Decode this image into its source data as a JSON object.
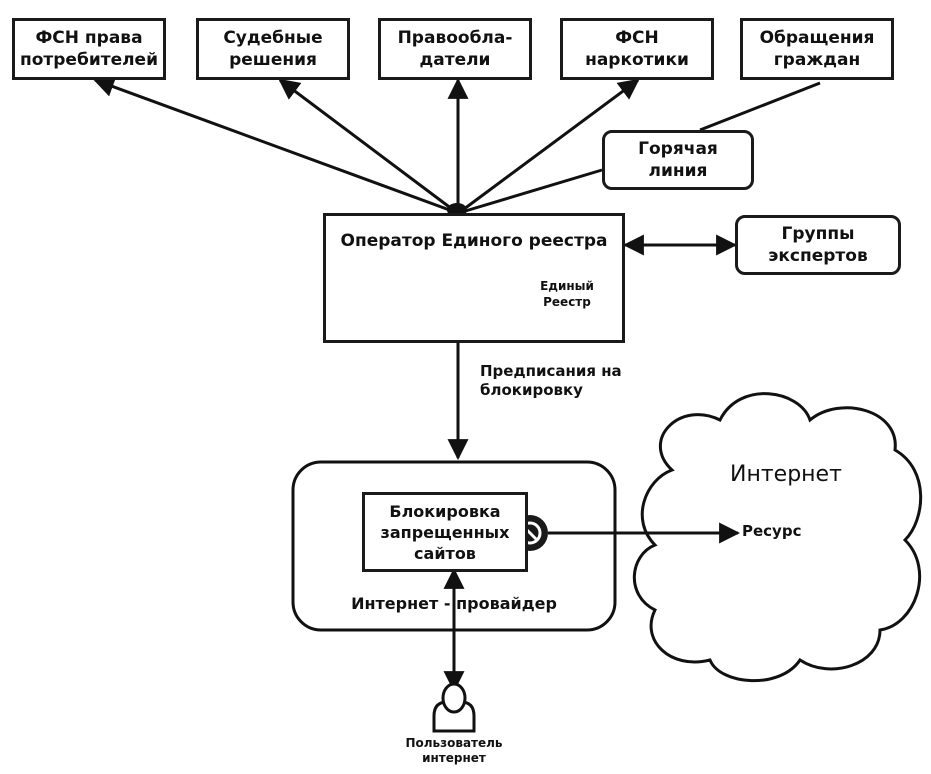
{
  "sources": [
    {
      "label": "ФСН права\nпотребителей"
    },
    {
      "label": "Судебные\nрешения"
    },
    {
      "label": "Правообла-\nдатели"
    },
    {
      "label": "ФСН\nнаркотики"
    },
    {
      "label": "Обращения\nграждан"
    }
  ],
  "hotline": {
    "label": "Горячая\nлиния"
  },
  "operator": {
    "label": "Оператор Единого реестра"
  },
  "registry_db": {
    "label": "Единый\nРеестр"
  },
  "experts": {
    "label": "Группы\nэкспертов"
  },
  "prescriptions": {
    "label": "Предписания на\nблокировку"
  },
  "blocking": {
    "label": "Блокировка\nзапрещенных\nсайтов"
  },
  "provider": {
    "label": "Интернет - провайдер"
  },
  "internet": {
    "label": "Интернет"
  },
  "resource": {
    "label": "Ресурс"
  },
  "user": {
    "label": "Пользователь\nинтернет"
  }
}
